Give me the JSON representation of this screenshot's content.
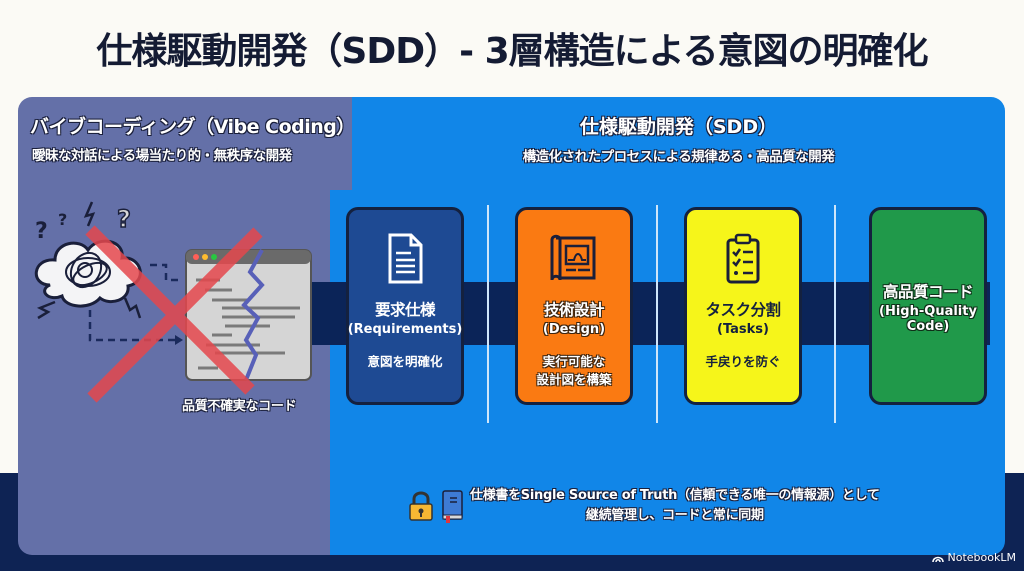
{
  "title": "仕様駆動開発（SDD）- 3層構造による意図の明確化",
  "vibe": {
    "title": "バイブコーディング（Vibe Coding）",
    "subtitle": "曖昧な対話による場当たり的・無秩序な開発",
    "caption": "品質不確実なコード",
    "icons": [
      "confused-cloud-icon",
      "broken-code-window-icon",
      "red-x-icon"
    ],
    "color": "#6470A8"
  },
  "sdd": {
    "title": "仕様駆動開発（SDD）",
    "subtitle": "構造化されたプロセスによる規律ある・高品質な開発",
    "color": "#1186E8",
    "steps": [
      {
        "jp": "要求仕様",
        "en": "(Requirements)",
        "desc": "意図を明確化",
        "icon": "document-icon",
        "color": "#1E4A93"
      },
      {
        "jp": "技術設計",
        "en": "(Design)",
        "desc_line1": "実行可能な",
        "desc_line2": "設計図を構築",
        "icon": "blueprint-icon",
        "color": "#FA7A12"
      },
      {
        "jp": "タスク分割",
        "en": "(Tasks)",
        "desc": "手戻りを防ぐ",
        "icon": "clipboard-checklist-icon",
        "color": "#F6F51A"
      },
      {
        "jp": "高品質コード",
        "en_line1": "(High-Quality",
        "en_line2": "Code)",
        "color": "#20994A"
      }
    ],
    "footer": {
      "line1": "仕様書をSingle Source of Truth（信頼できる唯一の情報源）として",
      "line2": "継続管理し、コードと常に同期",
      "icons": [
        "lock-icon",
        "book-icon"
      ]
    }
  },
  "brand": "NotebookLM"
}
